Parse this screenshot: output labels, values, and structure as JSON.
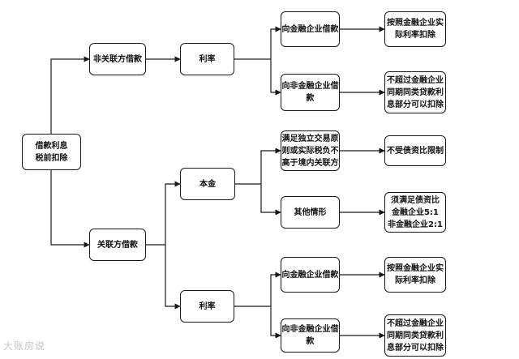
{
  "nodes": {
    "root": "借款利息\n税前扣除",
    "non_related": "非关联方借款",
    "nr_rate": "利率",
    "nr_financial": "向金融企业借款",
    "nr_financial_result": "按照金融企业实\n际利率扣除",
    "nr_nonfinancial": "向非金融企业借\n款",
    "nr_nonfinancial_result": "不超过金融企业\n同期同类贷款利\n息部分可以扣除",
    "related": "关联方借款",
    "principal": "本金",
    "arm_length": "满足独立交易原\n则或实际税负不\n高于境内关联方",
    "arm_length_result": "不受债资比限制",
    "other": "其他情形",
    "other_result": "须满足债资比\n金融企业5:1\n非金融企业2:1",
    "r_rate": "利率",
    "r_financial": "向金融企业借款",
    "r_financial_result": "按照金融企业实\n际利率扣除",
    "r_nonfinancial": "向非金融企业借\n款",
    "r_nonfinancial_result": "不超过金融企业\n同期同类贷款利\n息部分可以扣除"
  },
  "watermark": "大账房说"
}
